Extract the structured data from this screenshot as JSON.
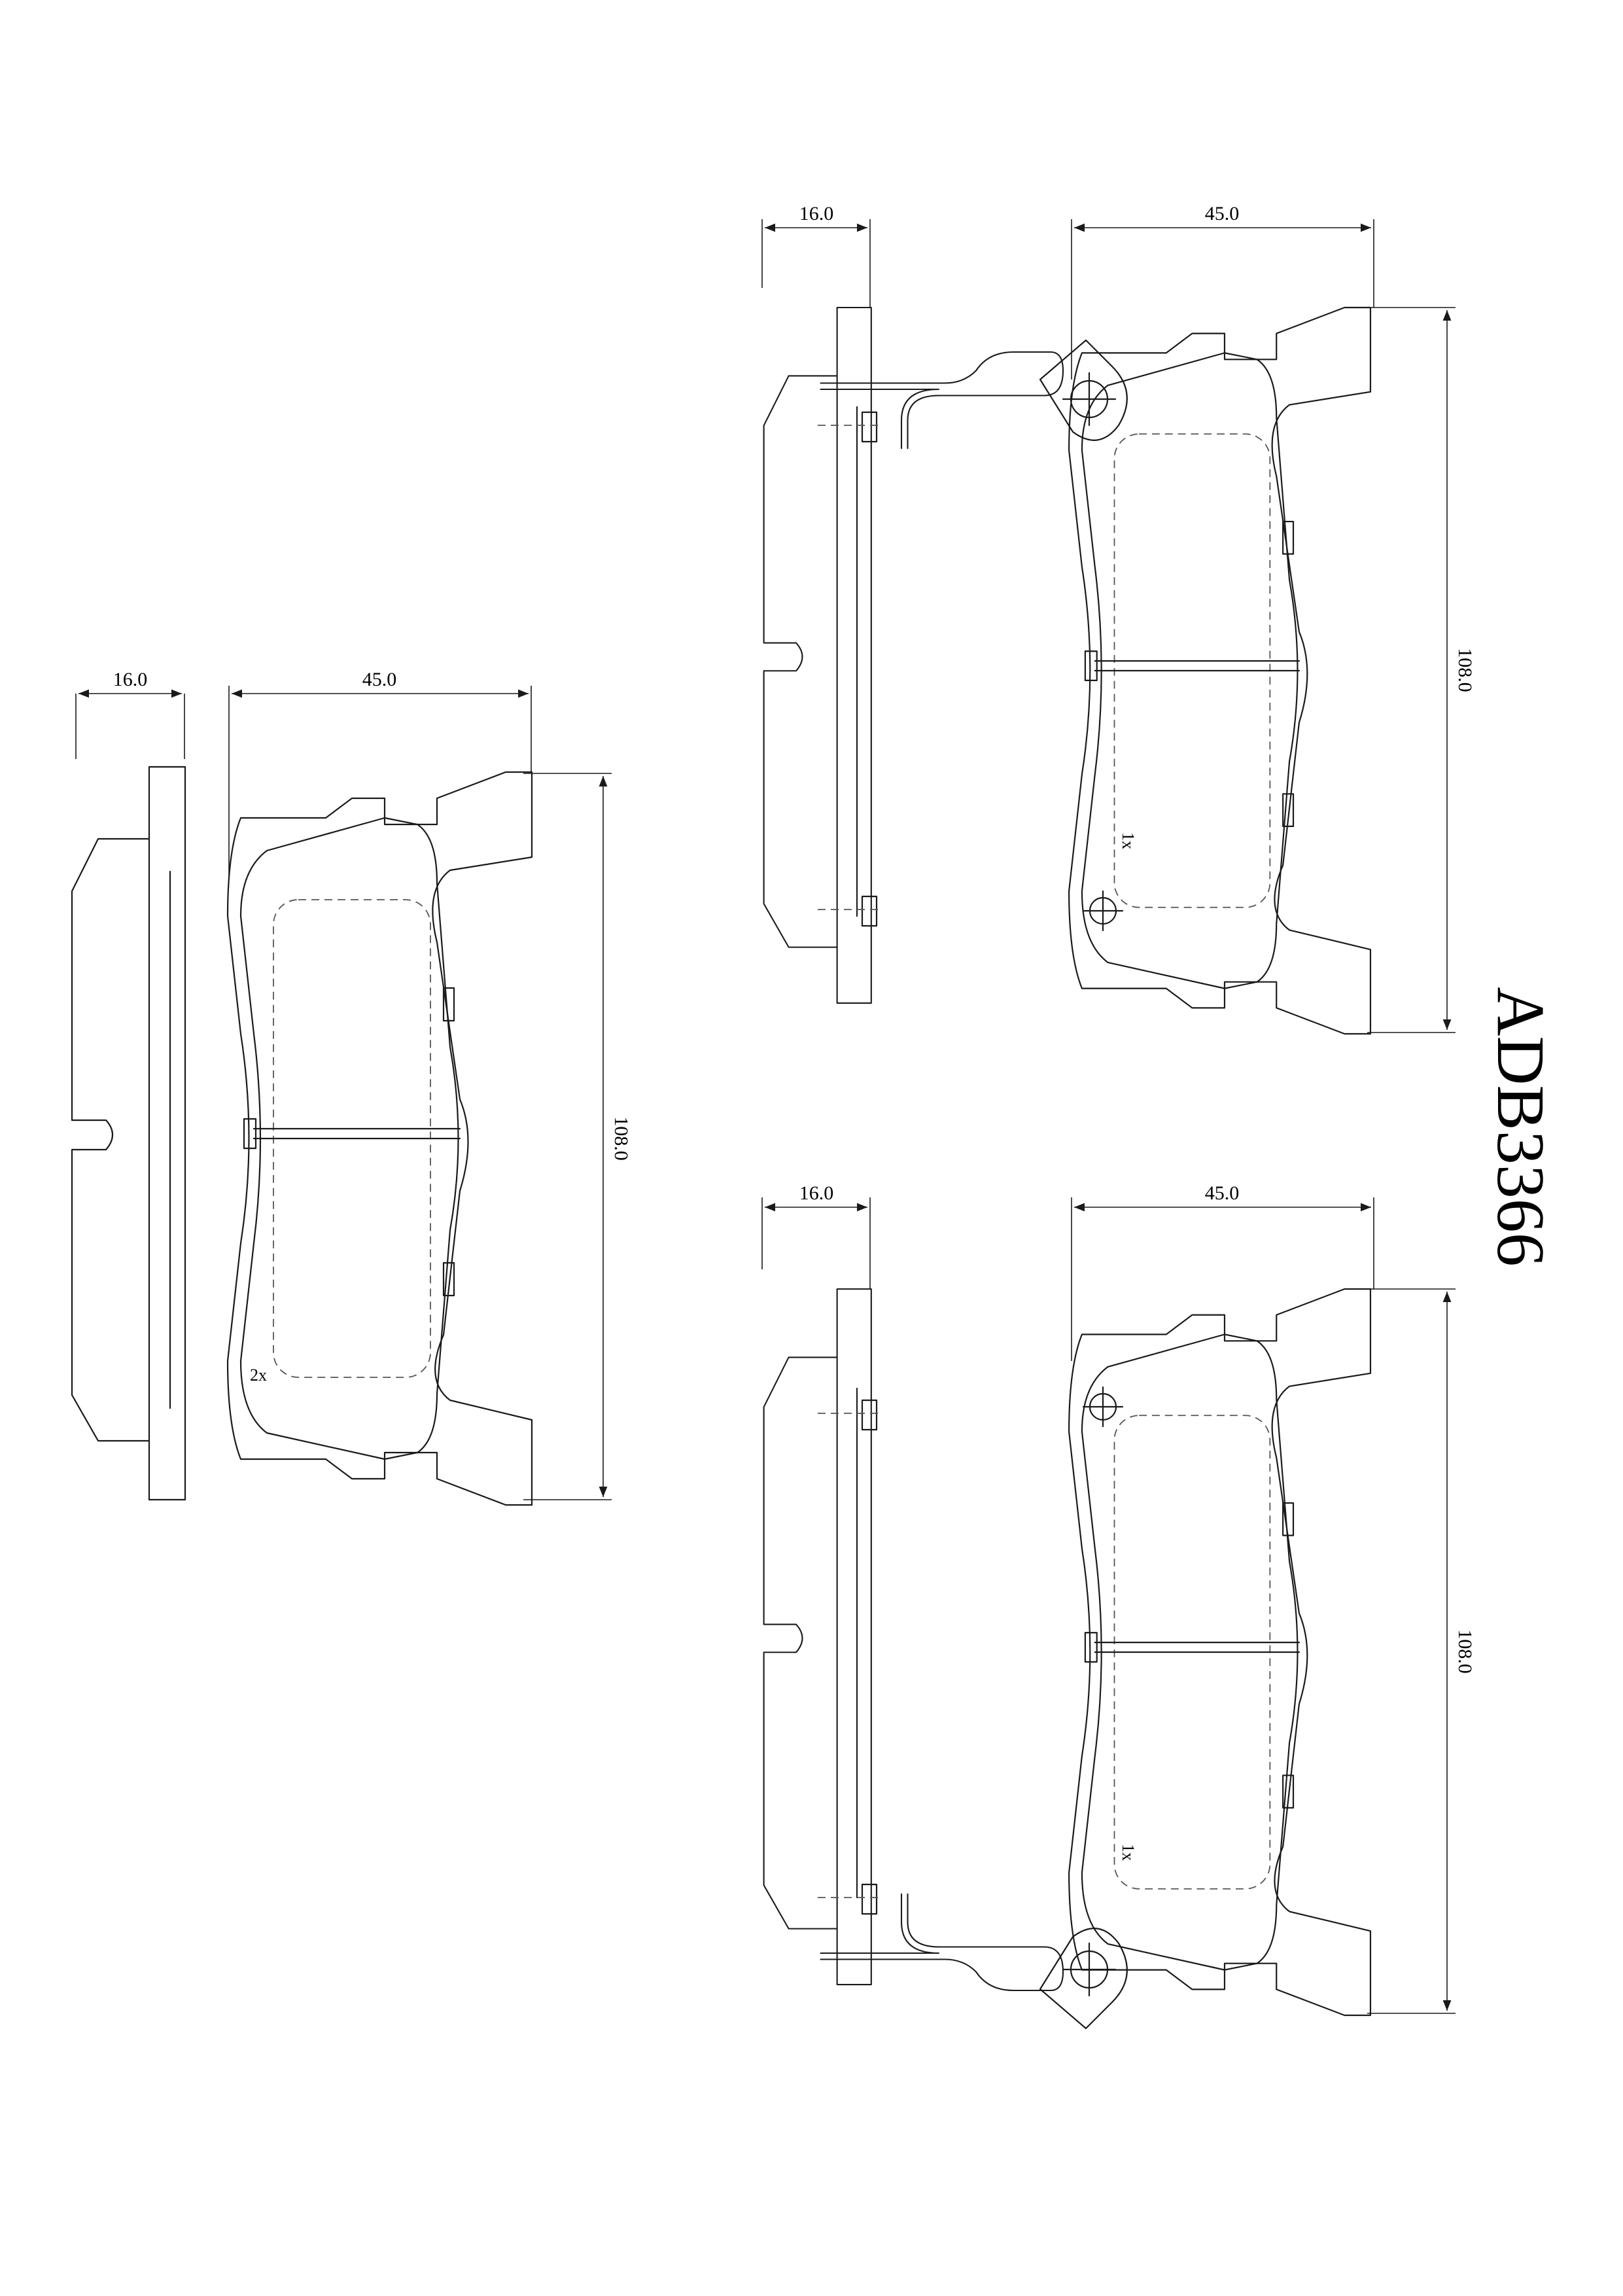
{
  "part_code": "ADB3366",
  "dimensions": {
    "thickness": "16.0",
    "width": "45.0",
    "length": "108.0"
  },
  "quantities": {
    "left_set": "2x",
    "upper_pad": "1x",
    "lower_pad": "1x"
  },
  "groups": [
    {
      "id": "left",
      "wire_spring": "none",
      "quantity_key": "left_set"
    },
    {
      "id": "upper-right",
      "wire_spring": "top",
      "quantity_key": "upper_pad"
    },
    {
      "id": "lower-right",
      "wire_spring": "bottom",
      "quantity_key": "lower_pad"
    }
  ]
}
